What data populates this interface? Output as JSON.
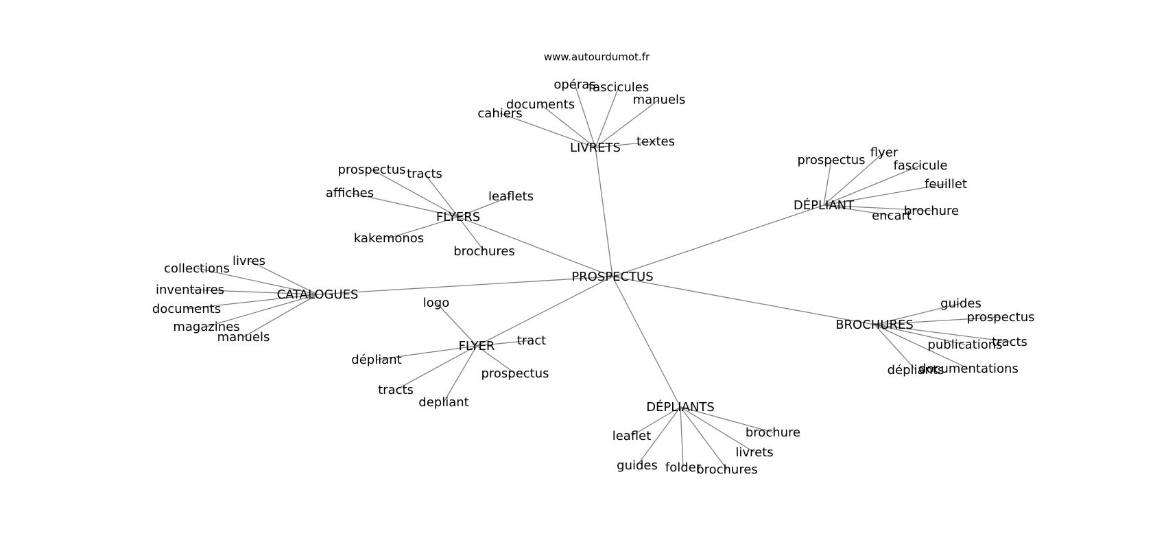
{
  "site": "www.autourdumot.fr",
  "root": "PROSPECTUS",
  "clusters": [
    {
      "hub": "LIVRETS",
      "words": [
        "opéras",
        "fascicules",
        "documents",
        "manuels",
        "cahiers",
        "textes"
      ]
    },
    {
      "hub": "FLYERS",
      "words": [
        "prospectus",
        "tracts",
        "affiches",
        "leaflets",
        "kakemonos",
        "brochures"
      ]
    },
    {
      "hub": "DÉPLIANT",
      "words": [
        "prospectus",
        "flyer",
        "fascicule",
        "feuillet",
        "brochure",
        "encart"
      ]
    },
    {
      "hub": "CATALOGUES",
      "words": [
        "livres",
        "collections",
        "inventaires",
        "documents",
        "magazines",
        "manuels"
      ]
    },
    {
      "hub": "FLYER",
      "words": [
        "logo",
        "tract",
        "dépliant",
        "prospectus",
        "tracts",
        "depliant"
      ]
    },
    {
      "hub": "BROCHURES",
      "words": [
        "guides",
        "prospectus",
        "publications",
        "tracts",
        "dépliants",
        "documentations"
      ]
    },
    {
      "hub": "DÉPLIANTS",
      "words": [
        "brochure",
        "leaflet",
        "livrets",
        "guides",
        "folder",
        "brochures"
      ]
    }
  ]
}
